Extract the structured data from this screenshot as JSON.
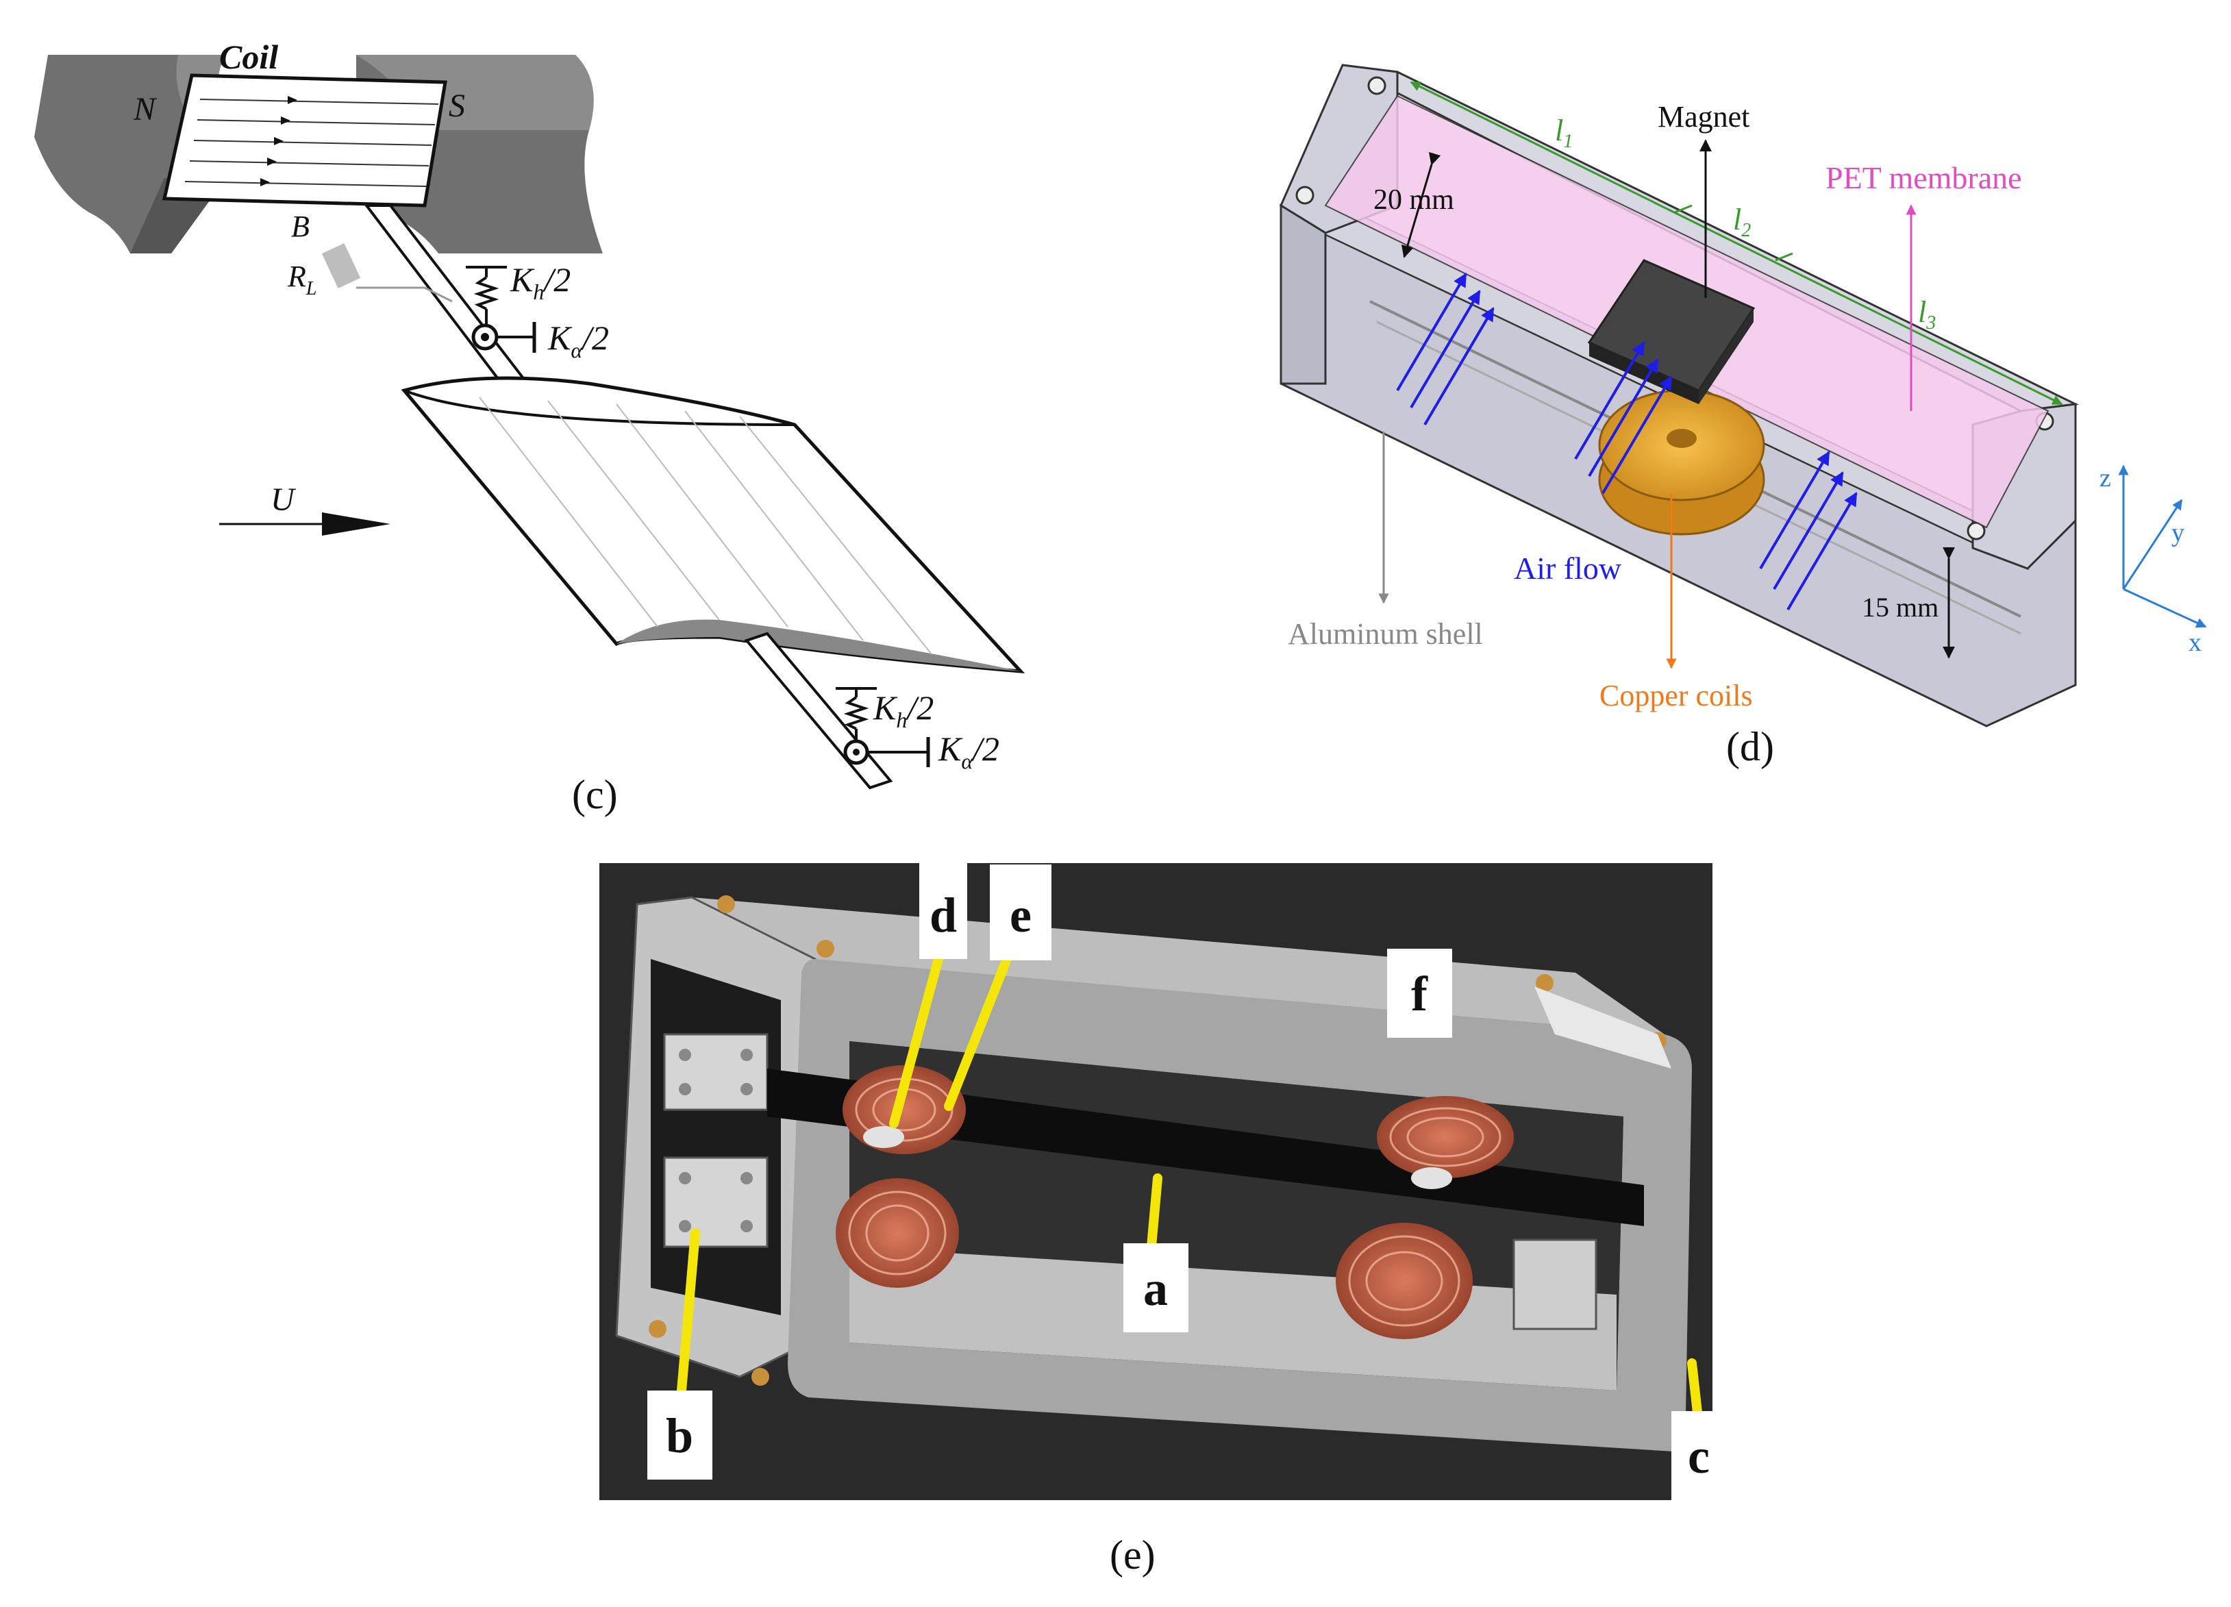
{
  "panel_c": {
    "caption": "(c)",
    "magnet_n": "N",
    "magnet_s": "S",
    "coil": "Coil",
    "field": "B",
    "load": "R",
    "load_sub": "L",
    "spring_top": "K",
    "spring_top_sub": "h",
    "spring_top_suffix": "/2",
    "torsion_top": "K",
    "torsion_top_sub": "α",
    "torsion_top_suffix": "/2",
    "flow": "U",
    "spring_bottom": "K",
    "spring_bottom_sub": "h",
    "spring_bottom_suffix": "/2",
    "torsion_bottom": "K",
    "torsion_bottom_sub": "α",
    "torsion_bottom_suffix": "/2"
  },
  "panel_d": {
    "caption": "(d)",
    "magnet": "Magnet",
    "l1": "l",
    "l1_sub": "1",
    "l2": "l",
    "l2_sub": "2",
    "l3": "l",
    "l3_sub": "3",
    "pet_membrane": "PET membrane",
    "dim_20": "20 mm",
    "dim_15": "15 mm",
    "air_flow": "Air flow",
    "aluminum_shell": "Aluminum shell",
    "copper_coils": "Copper coils",
    "axis_z": "z",
    "axis_y": "y",
    "axis_x": "x",
    "colors": {
      "green": "#3a9a2e",
      "pink": "#e24cc0",
      "blue": "#1e1ee8",
      "orange": "#f07a1a",
      "gray": "#888888",
      "axis": "#2a7fd4"
    }
  },
  "panel_e": {
    "caption": "(e)",
    "labels": [
      "a",
      "b",
      "c",
      "d",
      "e",
      "f"
    ],
    "colors": {
      "background": "#2a2a2a",
      "frame": "#a6a6a6",
      "leader": "#f5e60a",
      "coil": "#b5563c"
    }
  }
}
